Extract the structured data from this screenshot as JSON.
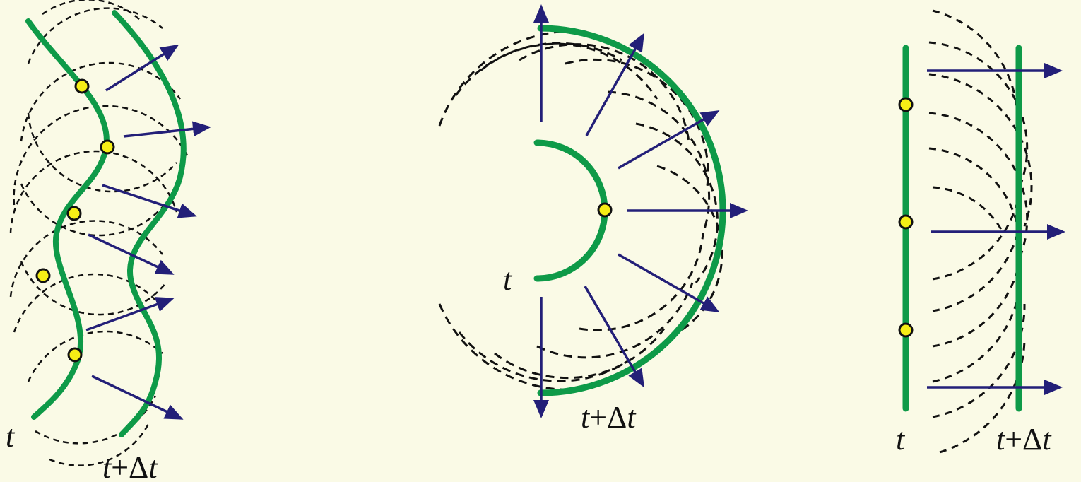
{
  "colors": {
    "background": "#fafae6",
    "wavefront": "#0e9a48",
    "arrow": "#231f78",
    "wavelet": "#111111",
    "source_fill": "#f6ee16",
    "source_stroke": "#111111"
  },
  "panels": [
    {
      "label_t": "t",
      "label_tdt_var": "t",
      "label_tdt_op": "+Δ",
      "label_tdt_var2": "t"
    },
    {
      "label_t": "t",
      "label_tdt_var": "t",
      "label_tdt_op": "+Δ",
      "label_tdt_var2": "t"
    },
    {
      "label_t": "t",
      "label_tdt_var": "t",
      "label_tdt_op": "+Δ",
      "label_tdt_var2": "t"
    }
  ]
}
